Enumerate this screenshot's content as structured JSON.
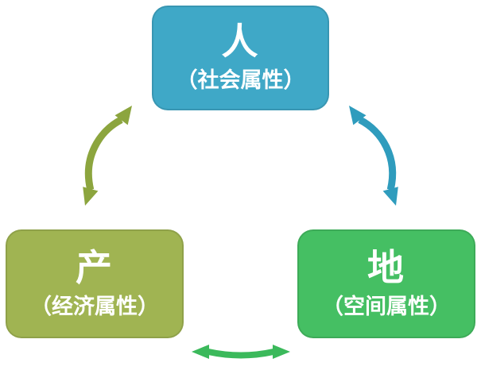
{
  "background_color": "#ffffff",
  "text_color": "#ffffff",
  "diagram": {
    "nodes": [
      {
        "id": "people",
        "title": "人",
        "subtitle": "（社会属性）",
        "color": "#3FA8C7"
      },
      {
        "id": "production",
        "title": "产",
        "subtitle": "（经济属性）",
        "color": "#A0B452"
      },
      {
        "id": "land",
        "title": "地",
        "subtitle": "（空间属性）",
        "color": "#45BF63"
      }
    ],
    "arrows": [
      {
        "id": "people-production",
        "from": "people",
        "to": "production",
        "color": "#8CA53E",
        "double_headed": true
      },
      {
        "id": "people-land",
        "from": "people",
        "to": "land",
        "color": "#2F9CBD",
        "double_headed": true
      },
      {
        "id": "production-land",
        "from": "production",
        "to": "land",
        "color": "#3BB95B",
        "double_headed": true
      }
    ]
  }
}
